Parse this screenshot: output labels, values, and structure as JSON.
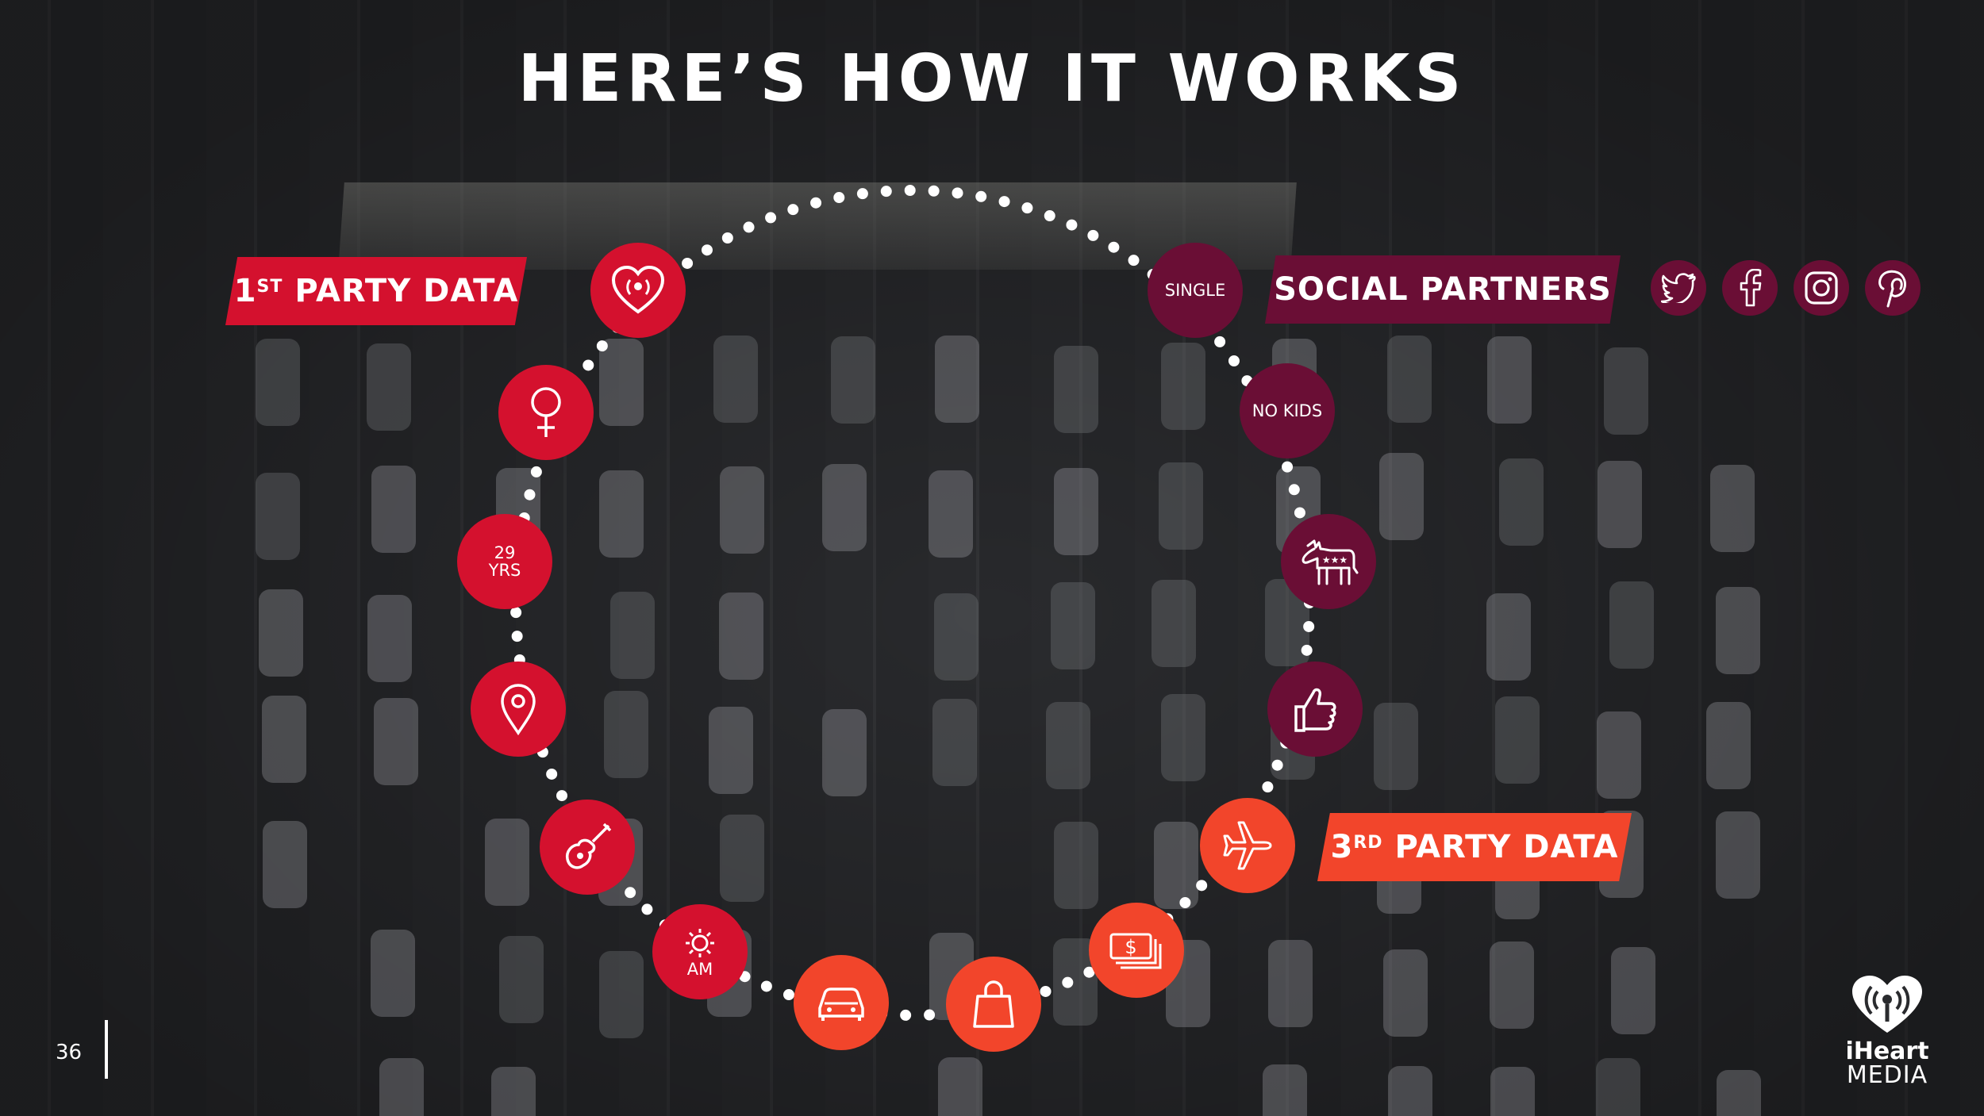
{
  "title": "HERE’S HOW IT WORKS",
  "banners": {
    "first_party": {
      "ordinal": "1",
      "suffix": "ST",
      "label": "PARTY DATA"
    },
    "social": {
      "label": "SOCIAL PARTNERS"
    },
    "third_party": {
      "ordinal": "3",
      "suffix": "RD",
      "label": "PARTY DATA"
    }
  },
  "nodes": {
    "single": "SINGLE",
    "no_kids": "NO KIDS",
    "age_value": "29",
    "age_unit": "YRS",
    "time": "AM"
  },
  "icons": [
    "iheart-icon",
    "female-symbol-icon",
    "location-pin-icon",
    "guitar-icon",
    "sun-icon",
    "car-icon",
    "shopping-bag-icon",
    "money-icon",
    "airplane-icon",
    "thumbs-up-icon",
    "donkey-icon",
    "twitter-icon",
    "facebook-icon",
    "instagram-icon",
    "pinterest-icon"
  ],
  "colors": {
    "red": "#d4112e",
    "orange": "#f2452b",
    "maroon": "#6a0e35"
  },
  "page_number": "36",
  "logo": {
    "line1": "iHeart",
    "line2": "MEDIA"
  }
}
